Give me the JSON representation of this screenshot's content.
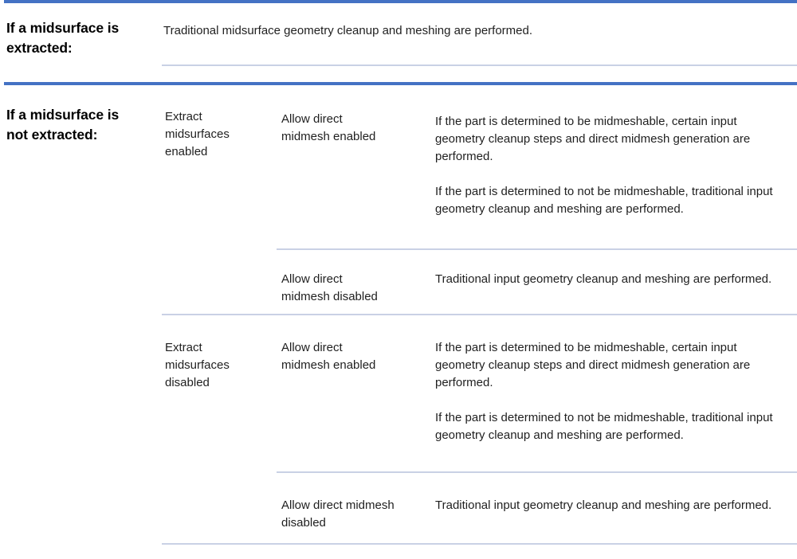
{
  "colors": {
    "accent_blue": "#4472c4",
    "divider": "#c9d1e5",
    "body_text": "#1f1f1f",
    "bold_text": "#000000",
    "page_bg": "#ffffff"
  },
  "table": {
    "extracted": {
      "condition": "If a midsurface is extracted:",
      "result": "Traditional midsurface geometry cleanup and meshing are performed."
    },
    "not_extracted": {
      "condition": "If a midsurface is not extracted:",
      "groups": [
        {
          "setting": "Extract midsurfaces enabled",
          "cases": [
            {
              "setting": "Allow direct midmesh enabled",
              "result_p1": "If the part is determined to be midmeshable, certain input geometry cleanup steps and direct midmesh generation are performed.",
              "result_p2": "If the part is determined to not be midmeshable, traditional input geometry cleanup and meshing are performed."
            },
            {
              "setting": "Allow direct midmesh disabled",
              "result_p1": "Traditional input geometry cleanup and meshing are performed."
            }
          ]
        },
        {
          "setting": "Extract midsurfaces disabled",
          "cases": [
            {
              "setting": "Allow direct midmesh enabled",
              "result_p1": "If the part is determined to be midmeshable, certain input geometry cleanup steps and direct midmesh generation are performed.",
              "result_p2": "If the part is determined to not be midmeshable, traditional input geometry cleanup and meshing are performed."
            },
            {
              "setting": "Allow direct midmesh disabled",
              "result_p1": "Traditional input geometry cleanup and meshing are performed."
            }
          ]
        }
      ]
    }
  }
}
